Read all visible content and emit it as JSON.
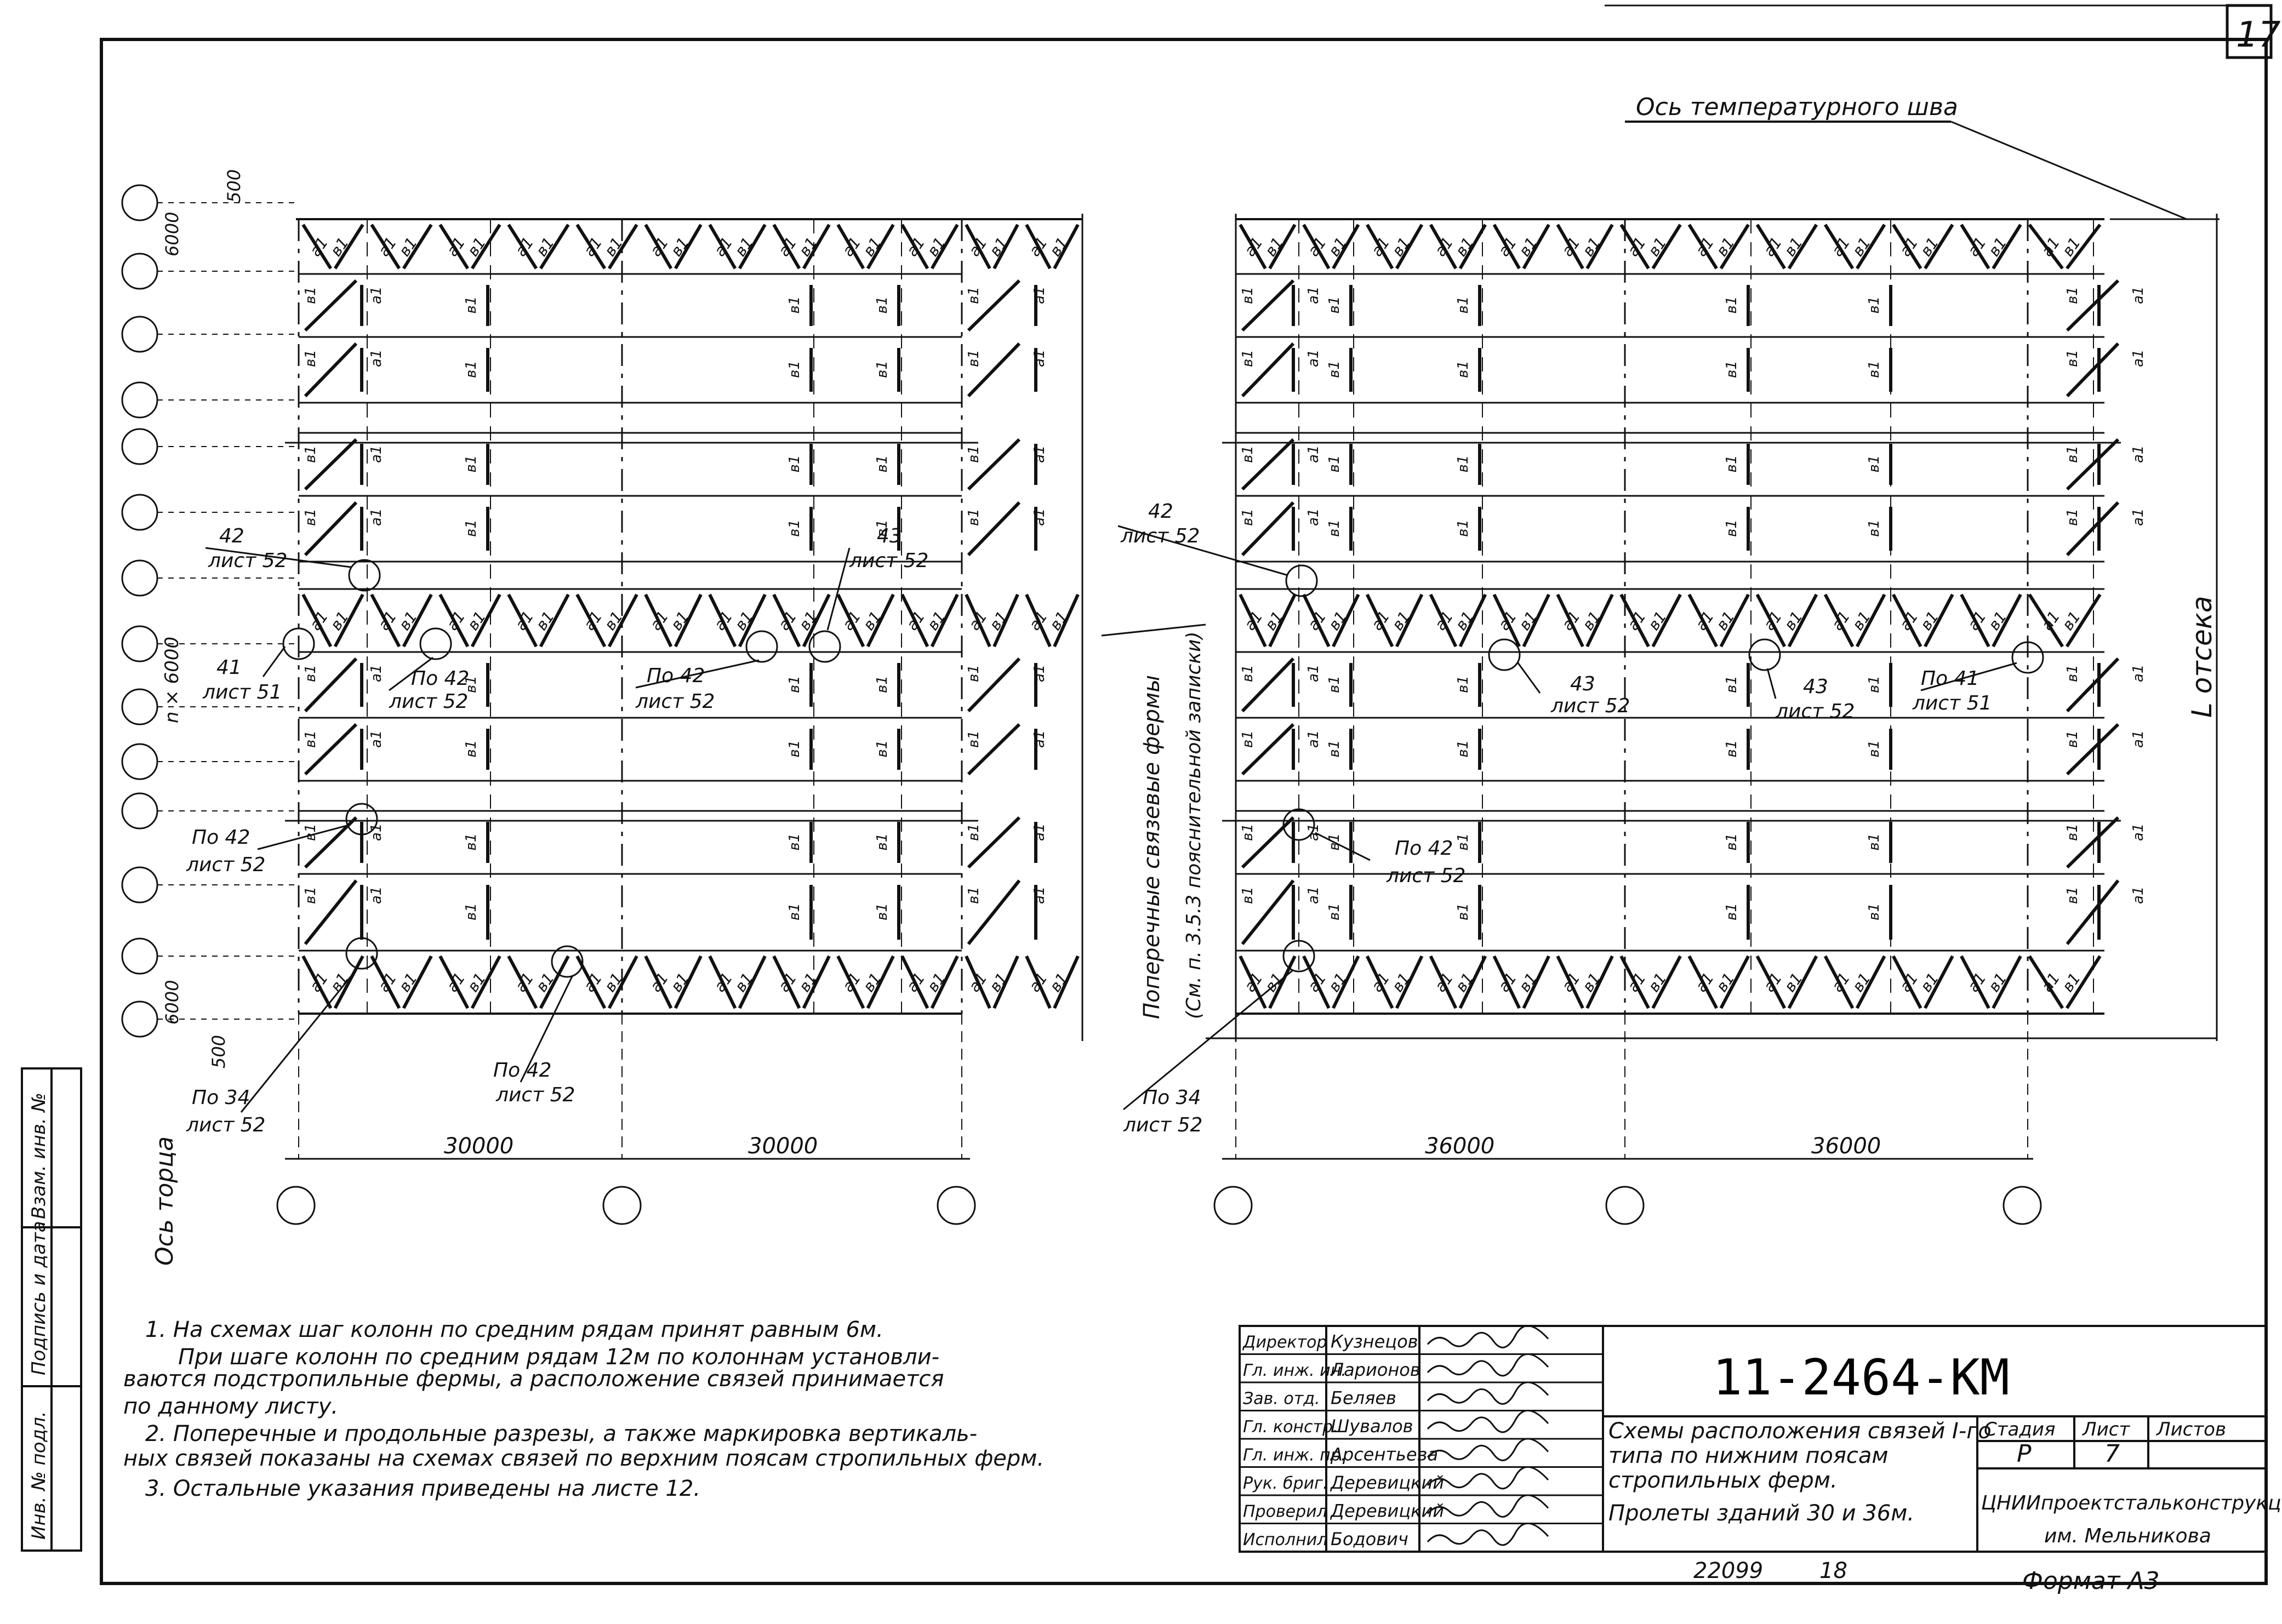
{
  "sheet": {
    "page_number": "17",
    "drawing_code": "11-2464-KM",
    "title_lines": [
      "Схемы расположения связей I-го",
      "типа по нижним поясам",
      "стропильных ферм.",
      "Пролеты зданий 30 и 36м."
    ],
    "stage_header": "Стадия",
    "sheet_header": "Лист",
    "sheets_header": "Листов",
    "stage": "Р",
    "sheet_no": "7",
    "sheets_total": "",
    "org": "ЦНИИпроектстальконструкция",
    "org_sub": "им. Мельникова",
    "archive_no": "22099",
    "archive_sub": "18",
    "format": "Формат А3"
  },
  "signatures": [
    {
      "role": "Директор",
      "name": "Кузнецов"
    },
    {
      "role": "Гл. инж. ин.",
      "name": "Ларионов"
    },
    {
      "role": "Зав. отд.",
      "name": "Беляев"
    },
    {
      "role": "Гл. констр.",
      "name": "Шувалов"
    },
    {
      "role": "Гл. инж. пр.",
      "name": "Арсентьева"
    },
    {
      "role": "Рук. бриг.",
      "name": "Деревицкий"
    },
    {
      "role": "Проверил",
      "name": "Деревицкий"
    },
    {
      "role": "Исполнил",
      "name": "Бодович"
    }
  ],
  "side_stamp": [
    "Инв. № подл.",
    "Подпись и дата",
    "Взам. инв. №"
  ],
  "notes": [
    "1. На схемах шаг колонн по средним рядам принят равным 6м.",
    "При шаге колонн по средним рядам 12м по колоннам установли-",
    "ваются подстропильные фермы, а расположение связей принимается",
    "по данному листу.",
    "2. Поперечные и продольные разрезы, а также маркировка вертикаль-",
    "ных связей показаны на схемах связей по верхним поясам стропильных ферм.",
    "3. Остальные указания приведены на листе 12."
  ],
  "plan": {
    "temp_joint_label": "Ось температурного шва",
    "end_axis_label": "Ось торца",
    "block_length_label": "L отсека",
    "transverse_note": [
      "Поперечные связевые фермы",
      "(См. п. 3.5.3 пояснительной записки)"
    ],
    "spans": [
      "30000",
      "30000",
      "36000",
      "36000"
    ],
    "dims": {
      "d500": "500",
      "d6000": "6000",
      "n6000": "n × 6000"
    },
    "marks": {
      "a": "а1",
      "b": "в1"
    },
    "callouts": [
      {
        "num": "42",
        "sheet": "лист 52"
      },
      {
        "num": "43",
        "sheet": "лист 52"
      },
      {
        "num": "41",
        "sheet": "лист 51"
      },
      {
        "num": "По 42",
        "sheet": "лист 52"
      },
      {
        "num": "По 42",
        "sheet": "лист 52"
      },
      {
        "num": "По 42",
        "sheet": "лист 52"
      },
      {
        "num": "По 34",
        "sheet": "лист 52"
      },
      {
        "num": "По 42",
        "sheet": "лист 52"
      },
      {
        "num": "42",
        "sheet": "лист 52"
      },
      {
        "num": "43",
        "sheet": "лист 52"
      },
      {
        "num": "43",
        "sheet": "лист 52"
      },
      {
        "num": "По 41",
        "sheet": "лист 51"
      },
      {
        "num": "По 42",
        "sheet": "лист 52"
      },
      {
        "num": "По 34",
        "sheet": "лист 52"
      }
    ]
  }
}
